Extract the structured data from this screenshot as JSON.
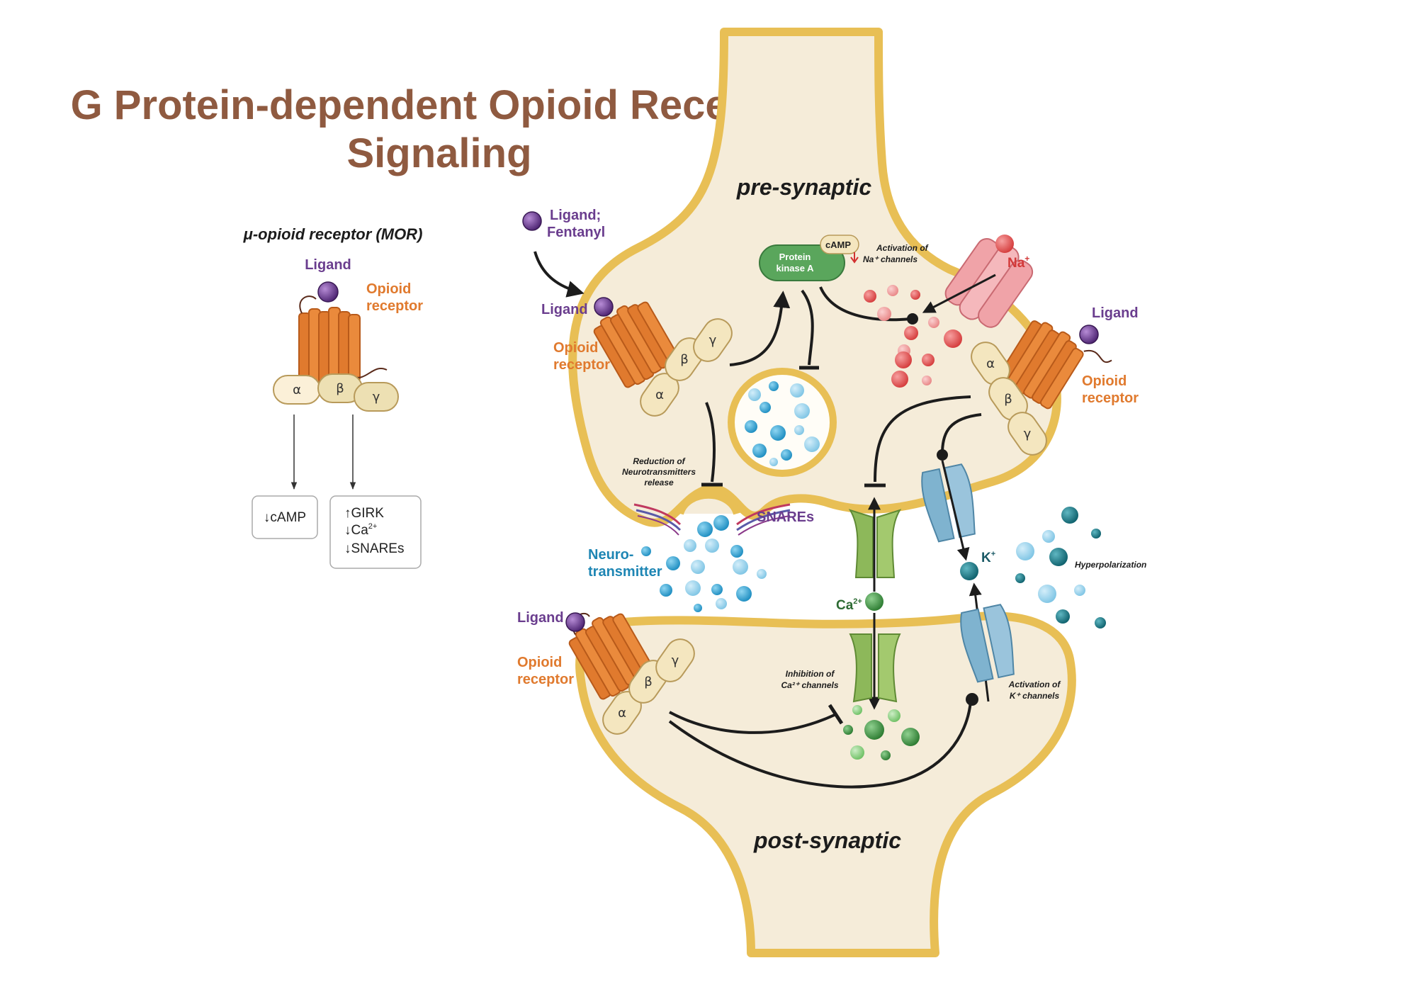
{
  "title": {
    "line1": "G Protein-dependent Opioid Receptor",
    "line2": "Signaling"
  },
  "mor_panel": {
    "heading": "μ-opioid receptor (MOR)",
    "ligand_label": "Ligand",
    "receptor_label_1": "Opioid",
    "receptor_label_2": "receptor",
    "subunit_alpha": "α",
    "subunit_beta": "β",
    "subunit_gamma": "γ",
    "box_left": "↓cAMP",
    "box_right_1": "↑GIRK",
    "box_right_2": "↓Ca",
    "box_right_2_sup": "2+",
    "box_right_3": "↓SNAREs"
  },
  "synapse": {
    "pre_label": "pre-synaptic",
    "post_label": "post-synaptic",
    "ligand_fentanyl_1": "Ligand;",
    "ligand_fentanyl_2": "Fentanyl",
    "ligand_left": "Ligand",
    "receptor_left_1": "Opioid",
    "receptor_left_2": "receptor",
    "ligand_right": "Ligand",
    "receptor_right_1": "Opioid",
    "receptor_right_2": "receptor",
    "ligand_post": "Ligand",
    "receptor_post_1": "Opioid",
    "receptor_post_2": "receptor",
    "pka_1": "Protein",
    "pka_2": "kinase A",
    "camp": "cAMP",
    "na_note_1": "Activation of",
    "na_note_2": "Na⁺ channels",
    "na_ion": "Na",
    "na_sup": "+",
    "reduction_1": "Reduction of",
    "reduction_2": "Neurotransmitters",
    "reduction_3": "release",
    "snares": "SNAREs",
    "neuro_1": "Neuro-",
    "neuro_2": "transmitter",
    "ca_ion": "Ca",
    "ca_sup": "2+",
    "k_ion": "K",
    "k_sup": "+",
    "hyperpolarization": "Hyperpolarization",
    "ca_inhib_1": "Inhibition of",
    "ca_inhib_2": "Ca²⁺ channels",
    "k_act_1": "Activation of",
    "k_act_2": "K⁺ channels",
    "alpha": "α",
    "beta": "β",
    "gamma": "γ"
  },
  "colors": {
    "title": "#8f5a40",
    "cell_fill": "#f5ecd9",
    "membrane": "#e8bf55",
    "receptor": "#e07a2e",
    "ligand": "#6a3d8e",
    "g_protein": "#f4e6bf",
    "pka": "#5aa65c",
    "na_channel": "#f0a3a8",
    "ca_channel": "#8db85a",
    "k_channel": "#7fb3cf"
  }
}
